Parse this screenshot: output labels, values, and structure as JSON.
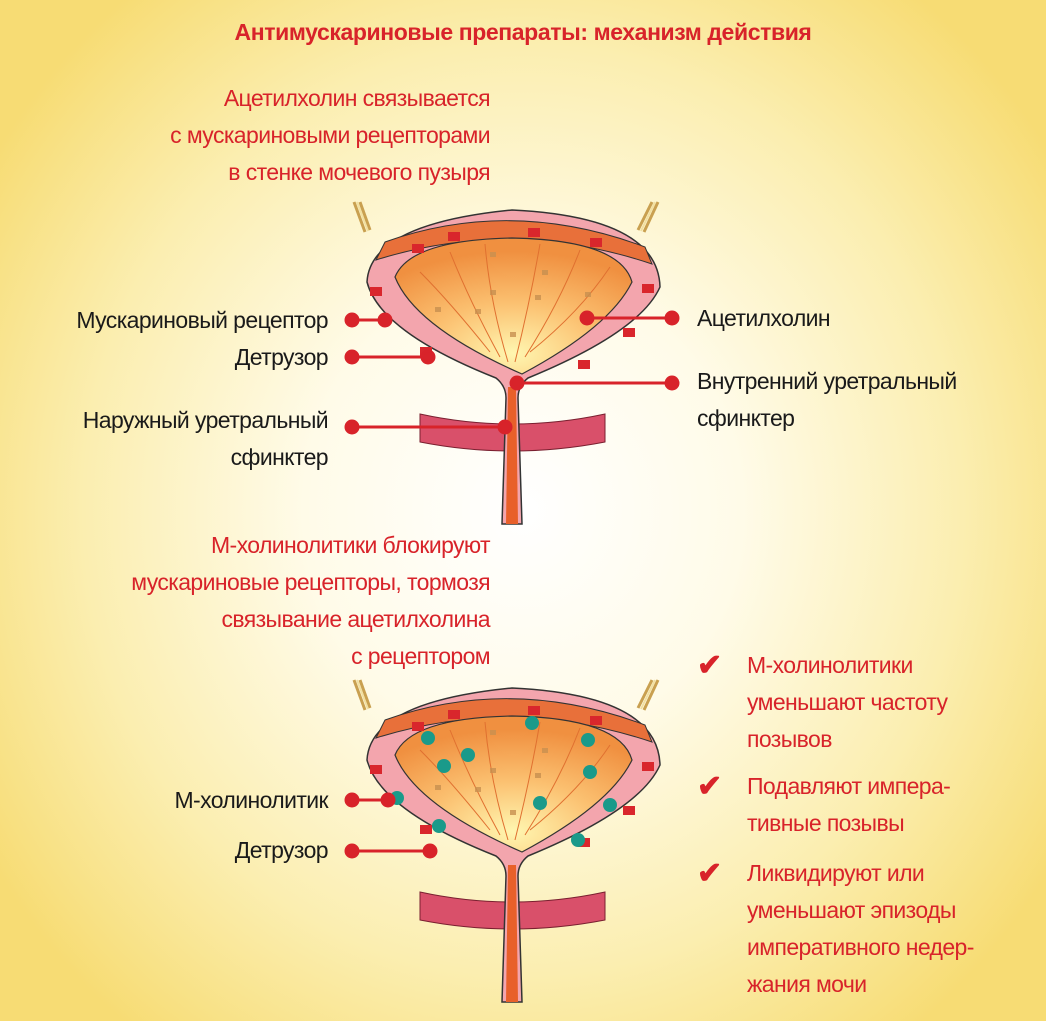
{
  "title": "Антимускариновые препараты: механизм действия",
  "top_caption": [
    "Ацетилхолин связывается",
    "с мускариновыми рецепторами",
    "в стенке мочевого пузыря"
  ],
  "diagram1": {
    "muscarinic_receptor": "Мускариновый рецептор",
    "detrusor": "Детрузор",
    "external_sphincter": [
      "Наружный уретральный",
      "сфинктер"
    ],
    "acetylcholine": "Ацетилхолин",
    "internal_sphincter": [
      "Внутренний уретральный",
      "сфинктер"
    ]
  },
  "mid_caption": [
    "М-холинолитики блокируют",
    "мускариновые рецепторы, тормозя",
    "связывание  ацетилхолина",
    "с рецептором"
  ],
  "diagram2": {
    "anticholinergic": "М-холинолитик",
    "detrusor": "Детрузор"
  },
  "benefits": [
    [
      "М-холинолитики",
      "уменьшают частоту",
      "позывов"
    ],
    [
      "Подавляют импера-",
      "тивные позывы"
    ],
    [
      "Ликвидируют или",
      "уменьшают эпизоды",
      "императивного недер-",
      "жания мочи"
    ]
  ],
  "check_icon": "✔",
  "colors": {
    "accent": "#d8232a",
    "receptor": "#d9262c",
    "drug": "#1a9a8a"
  }
}
